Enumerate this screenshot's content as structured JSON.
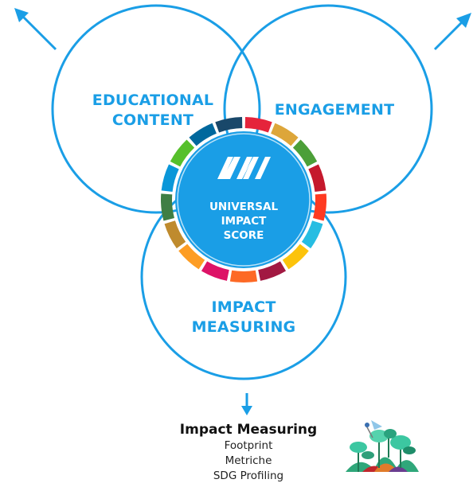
{
  "colors": {
    "accent": "#1a9ee6",
    "core_fill": "#1a9ee6",
    "sdg_ring": [
      "#e5243b",
      "#dda63a",
      "#4c9f38",
      "#c5192d",
      "#ff3a21",
      "#26bde2",
      "#fcc30b",
      "#a21942",
      "#fd6925",
      "#dd1367",
      "#fd9d24",
      "#bf8b2e",
      "#3f7e44",
      "#0a97d9",
      "#56c02b",
      "#00689d",
      "#19486a"
    ]
  },
  "venn": {
    "left_label_line1": "EDUCATIONAL",
    "left_label_line2": "CONTENT",
    "right_label": "ENGAGEMENT",
    "bottom_label_line1": "IMPACT",
    "bottom_label_line2": "MEASURING"
  },
  "core": {
    "logo_icon": "uis-logo-icon",
    "line1": "UNIVERSAL",
    "line2": "IMPACT",
    "line3": "SCORE"
  },
  "caption": {
    "title": "Impact Measuring",
    "items": [
      "Footprint",
      "Metriche",
      "SDG Profiling"
    ]
  },
  "illustration": "plant-growth-illustration"
}
